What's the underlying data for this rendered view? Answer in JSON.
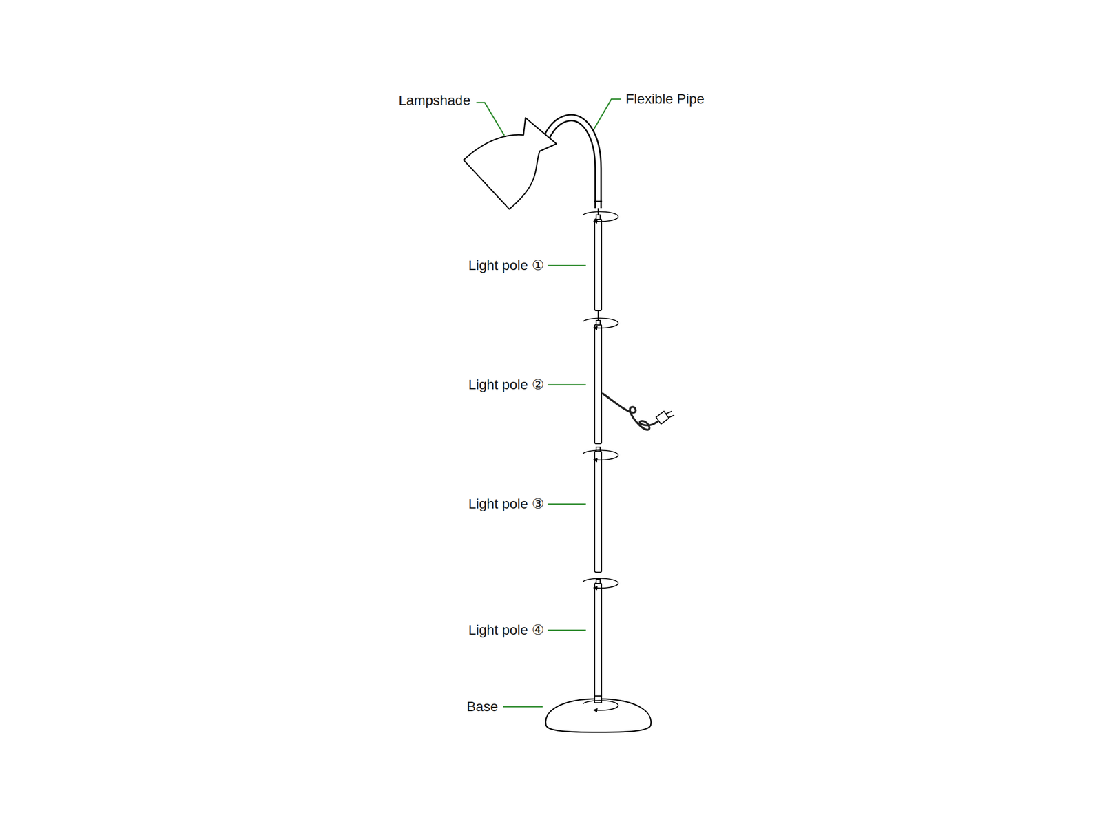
{
  "diagram": {
    "labels": [
      "Lampshade",
      "Flexible Pipe",
      "Light pole ①",
      "Light pole ②",
      "Light pole ③",
      "Light pole ④",
      "Base"
    ]
  }
}
